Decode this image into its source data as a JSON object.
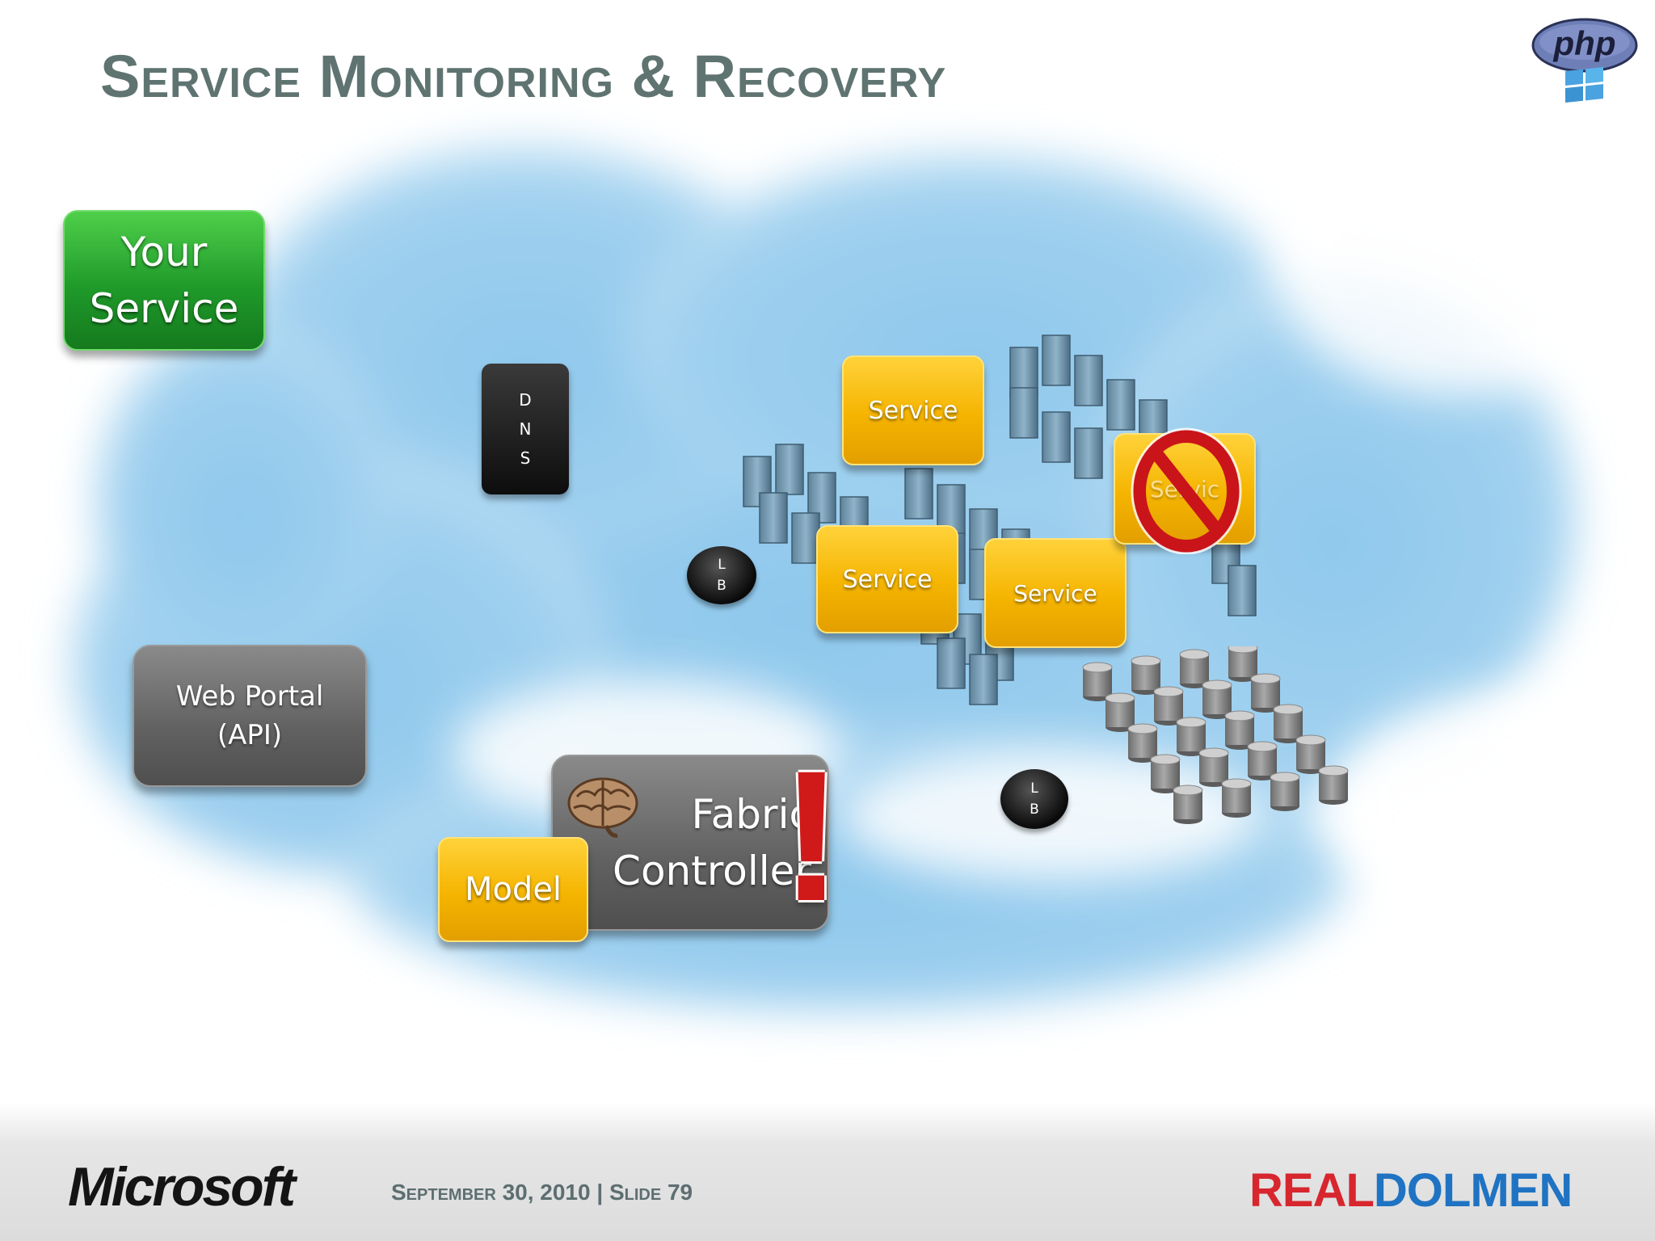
{
  "slide": {
    "title": "Service Monitoring & Recovery",
    "footer_text": "September 30, 2010 | Slide 79"
  },
  "logos": {
    "microsoft": "Microsoft",
    "realdolmen_part1": "REAL",
    "realdolmen_part2": "DOLMEN",
    "php": "php"
  },
  "diagram": {
    "your_service": {
      "line1": "Your",
      "line2": "Service"
    },
    "dns": {
      "letters": [
        "D",
        "N",
        "S"
      ]
    },
    "web_portal": {
      "line1": "Web Portal",
      "line2": "(API)"
    },
    "fabric_controller": {
      "line1": "Fabric",
      "line2": "Controller"
    },
    "model_label": "Model",
    "services": [
      "Service",
      "Service",
      "Service"
    ],
    "failed_service_label": "Servic",
    "lb_top": {
      "line1": "L",
      "line2": "B"
    },
    "lb_bottom": {
      "line1": "L",
      "line2": "B"
    },
    "alert_mark": "!"
  },
  "colors": {
    "title": "#5f7470",
    "service_yellow": "#f5b400",
    "your_service_green": "#1f9a2a",
    "alert_red": "#d01a1a",
    "realdolmen_red": "#d7262e",
    "realdolmen_blue": "#1f73c2"
  },
  "icons": [
    "php-windows-logo",
    "prohibited-icon",
    "brain-icon",
    "server-rack-icon",
    "database-cylinder-icon",
    "cloud-background"
  ]
}
